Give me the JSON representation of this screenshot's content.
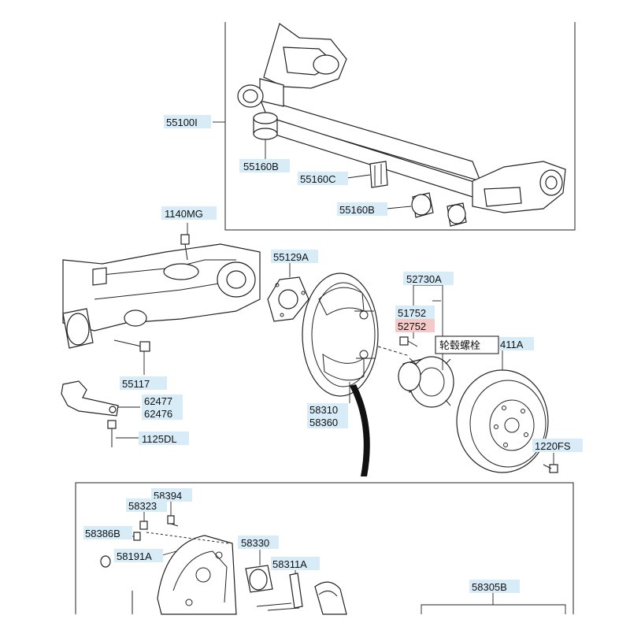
{
  "colors": {
    "label_bg": "#d8ecf8",
    "label_bg_red": "#f6c9c9",
    "line": "#222222",
    "callout_border": "#111111"
  },
  "labels": {
    "l_55100I": "55100I",
    "l_55160B_top": "55160B",
    "l_55160C": "55160C",
    "l_55160B_low": "55160B",
    "l_1140MG": "1140MG",
    "l_55129A": "55129A",
    "l_52730A": "52730A",
    "l_51752": "51752",
    "l_52752": "52752",
    "l_411A": "411A",
    "l_55117": "55117",
    "l_62477": "62477",
    "l_62476": "62476",
    "l_58310": "58310",
    "l_58360": "58360",
    "l_1125DL": "1125DL",
    "l_1220FS": "1220FS",
    "l_58394": "58394",
    "l_58323": "58323",
    "l_58386B": "58386B",
    "l_58191A": "58191A",
    "l_58330": "58330",
    "l_58311A": "58311A",
    "l_58305B": "58305B"
  },
  "callout": {
    "text": "轮毂螺栓",
    "icon": "pointer-arrow-icon"
  }
}
